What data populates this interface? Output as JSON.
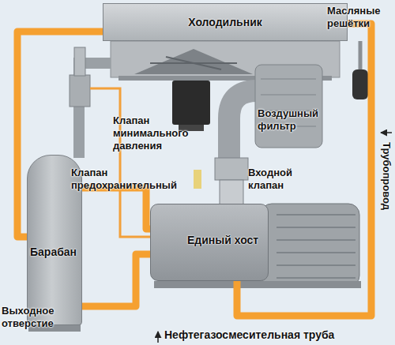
{
  "diagram": {
    "nodes": [
      {
        "text": [
          "Холодильник"
        ]
      },
      {
        "text": [
          "Барабан"
        ]
      },
      {
        "text": [
          "Единый хост"
        ]
      }
    ],
    "edges": [
      {
        "from": 0,
        "to": 1,
        "arrow": "none"
      },
      {
        "from": 2,
        "to": 1,
        "arrow": "none"
      },
      {
        "from": 0,
        "to": 2,
        "arrow": "none"
      },
      {
        "from": 1,
        "to": 2,
        "arrow": "none"
      }
    ],
    "labels": [
      "Масляные решётки",
      "Клапан минимального давления",
      "Воздушный фильтр",
      "Клапан предохранительный",
      "Входной клапан",
      "Трубопровод",
      "Выходное отверстие",
      "Нефтегазосмесительная труба"
    ]
  }
}
